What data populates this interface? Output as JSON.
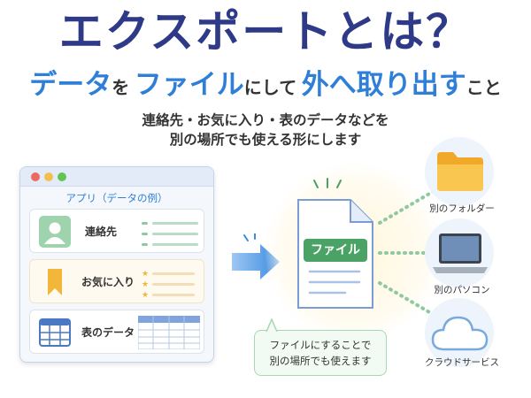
{
  "header": {
    "title": "エクスポートとは？",
    "subtitle": {
      "p1": "データ",
      "p2": "を",
      "p3": "ファイル",
      "p4": "にして",
      "p5": "外へ取り出す",
      "p6": "こと"
    },
    "desc_line1": "連絡先・お気に入り・表のデータなどを",
    "desc_line2": "別の場所でも使える形にします"
  },
  "app": {
    "label": "アプリ（データの例）",
    "cards": [
      {
        "label": "連絡先",
        "icon": "person-icon"
      },
      {
        "label": "お気に入り",
        "icon": "bookmark-icon"
      },
      {
        "label": "表のデータ",
        "icon": "table-icon"
      }
    ]
  },
  "file": {
    "badge": "ファイル",
    "note_line1": "ファイルにすることで",
    "note_line2": "別の場所でも使えます"
  },
  "destinations": [
    {
      "label": "別のフォルダー",
      "icon": "folder-icon"
    },
    {
      "label": "別のパソコン",
      "icon": "laptop-icon"
    },
    {
      "label": "クラウドサービス",
      "icon": "cloud-icon"
    }
  ],
  "colors": {
    "title": "#2e3a87",
    "highlight": "#2f7fd8",
    "file_badge": "#4aa365"
  }
}
